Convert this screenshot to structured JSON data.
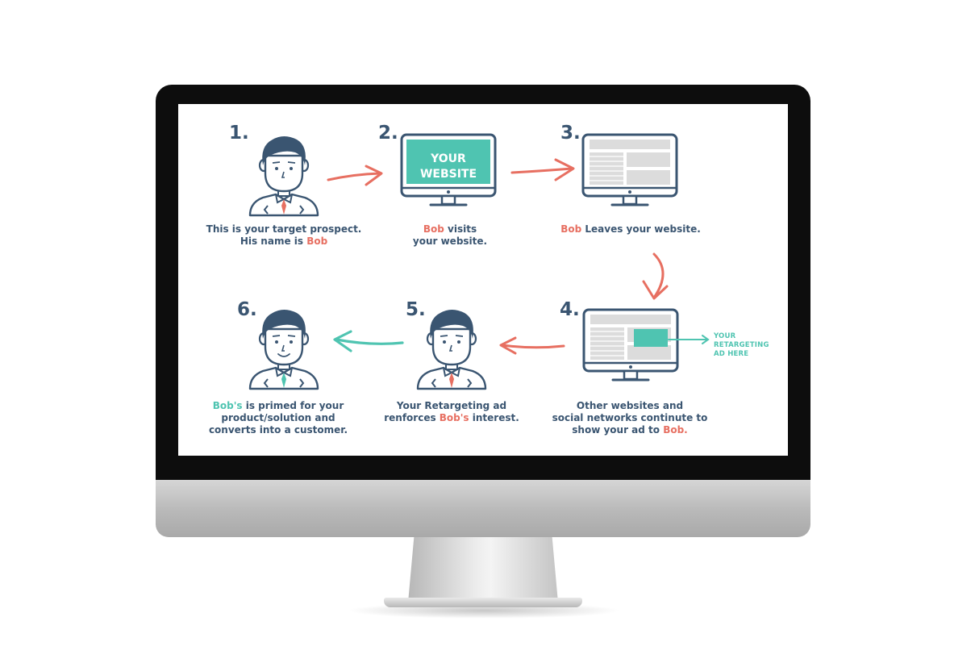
{
  "steps": [
    {
      "number": "1.",
      "caption": [
        [
          {
            "t": "This is your target prospect.",
            "c": ""
          }
        ],
        [
          {
            "t": "His name is ",
            "c": ""
          },
          {
            "t": "Bob",
            "c": "red"
          }
        ]
      ]
    },
    {
      "number": "2.",
      "screen_text": [
        "YOUR",
        "WEBSITE"
      ],
      "caption": [
        [
          {
            "t": "Bob",
            "c": "red"
          },
          {
            "t": " visits",
            "c": ""
          }
        ],
        [
          {
            "t": "your website.",
            "c": ""
          }
        ]
      ]
    },
    {
      "number": "3.",
      "caption": [
        [
          {
            "t": "Bob",
            "c": "red"
          },
          {
            "t": " Leaves your website.",
            "c": ""
          }
        ]
      ]
    },
    {
      "number": "4.",
      "ad_label": [
        "YOUR",
        "RETARGETING",
        "AD HERE"
      ],
      "caption": [
        [
          {
            "t": "Other websites and",
            "c": ""
          }
        ],
        [
          {
            "t": "social networks continute to",
            "c": ""
          }
        ],
        [
          {
            "t": "show your ad to ",
            "c": ""
          },
          {
            "t": "Bob.",
            "c": "red"
          }
        ]
      ]
    },
    {
      "number": "5.",
      "caption": [
        [
          {
            "t": "Your Retargeting ad",
            "c": ""
          }
        ],
        [
          {
            "t": "renforces ",
            "c": ""
          },
          {
            "t": "Bob's",
            "c": "red"
          },
          {
            "t": " interest.",
            "c": ""
          }
        ]
      ]
    },
    {
      "number": "6.",
      "caption": [
        [
          {
            "t": "Bob's",
            "c": "teal"
          },
          {
            "t": " is primed for your",
            "c": ""
          }
        ],
        [
          {
            "t": "product/solution and",
            "c": ""
          }
        ],
        [
          {
            "t": "converts into a customer.",
            "c": ""
          }
        ]
      ]
    }
  ],
  "colors": {
    "navy": "#3a5571",
    "red": "#e76f61",
    "teal": "#4fc4b1",
    "monitor_frame": "#0d0d0d",
    "monitor_silver": "#b9b9b9"
  }
}
